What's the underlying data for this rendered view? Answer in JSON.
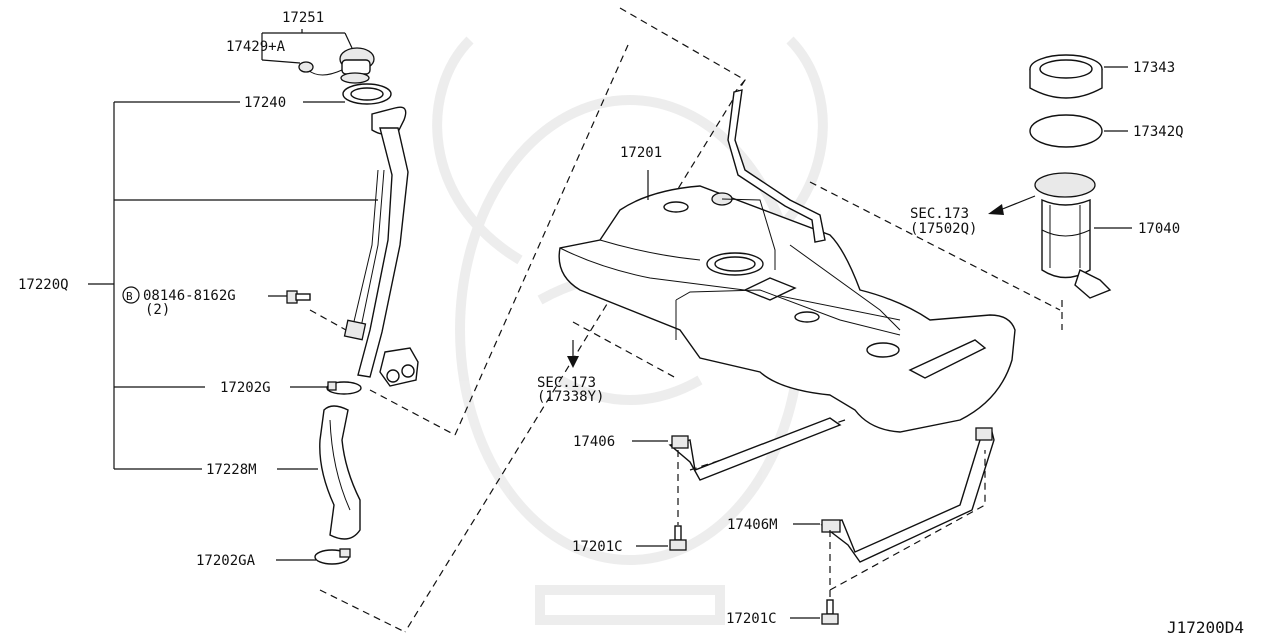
{
  "diagram": {
    "id": "J17200D4",
    "labels": {
      "p17251": "17251",
      "p17429": "17429+A",
      "p17240": "17240",
      "p17220Q": "17220Q",
      "bolt_circle": "B",
      "bolt_code": "08146-8162G",
      "bolt_qty": "(2)",
      "p17202G": "17202G",
      "p17228M": "17228M",
      "p17202GA": "17202GA",
      "p17201": "17201",
      "sec173a": "SEC.173",
      "sec173a_ref": "(17338Y)",
      "p17406": "17406",
      "p17201C_a": "17201C",
      "p17406M": "17406M",
      "p17201C_b": "17201C",
      "p17343": "17343",
      "p17342Q": "17342Q",
      "sec173b": "SEC.173",
      "sec173b_ref": "(17502Q)",
      "p17040": "17040"
    }
  }
}
